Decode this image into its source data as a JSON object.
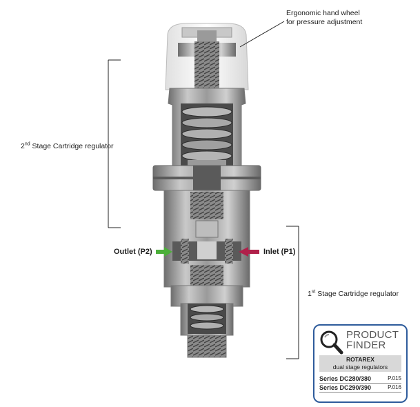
{
  "callouts": {
    "hand_wheel_line1": "Ergonomic hand wheel",
    "hand_wheel_line2": "for pressure adjustment",
    "second_stage_sup": "nd",
    "second_stage_rest": " Stage Cartridge regulator",
    "second_stage_num": "2",
    "first_stage_num": "1",
    "first_stage_sup": "st",
    "first_stage_rest": " Stage Cartridge regulator",
    "outlet": "Outlet (P2)",
    "inlet": "Inlet (P1)"
  },
  "colors": {
    "outlet_arrow": "#4caf3a",
    "inlet_arrow": "#b0204a",
    "finder_border": "#2d5b9b"
  },
  "product_finder": {
    "title_line1": "PRODUCT",
    "title_line2": "FINDER",
    "brand": "ROTAREX",
    "subtitle": "dual stage regulators",
    "rows": [
      {
        "series": "Series DC280/380",
        "page": "P.015"
      },
      {
        "series": "Series DC290/390",
        "page": "P.016"
      }
    ],
    "icon": "magnifier-icon"
  }
}
